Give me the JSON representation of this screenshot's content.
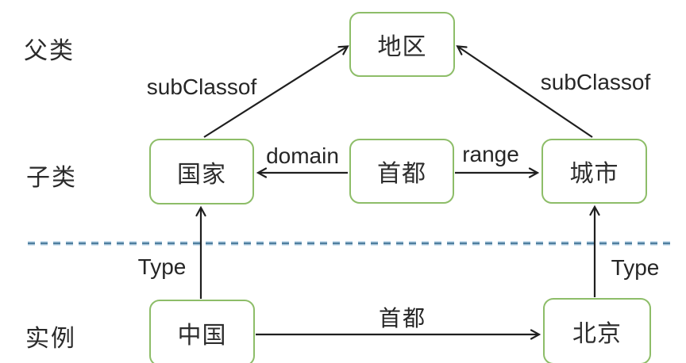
{
  "diagram": {
    "description": "ontology class-instance example diagram",
    "row_labels": [
      {
        "id": "parent-class",
        "text": "父类"
      },
      {
        "id": "sub-class",
        "text": "子类"
      },
      {
        "id": "instance",
        "text": "实例"
      }
    ],
    "nodes": [
      {
        "id": "region",
        "label": "地区"
      },
      {
        "id": "country",
        "label": "国家"
      },
      {
        "id": "capital",
        "label": "首都"
      },
      {
        "id": "city",
        "label": "城市"
      },
      {
        "id": "china",
        "label": "中国"
      },
      {
        "id": "beijing",
        "label": "北京"
      }
    ],
    "edges": [
      {
        "from": "国家",
        "to": "地区",
        "label": "subClassof"
      },
      {
        "from": "城市",
        "to": "地区",
        "label": "subClassof"
      },
      {
        "from": "首都",
        "to": "国家",
        "label": "domain"
      },
      {
        "from": "首都",
        "to": "城市",
        "label": "range"
      },
      {
        "from": "中国",
        "to": "国家",
        "label": "Type"
      },
      {
        "from": "北京",
        "to": "城市",
        "label": "Type"
      },
      {
        "from": "中国",
        "to": "北京",
        "label": "首都"
      }
    ],
    "colors": {
      "node_border": "#8dbd68",
      "arrow": "#1f1f1f",
      "text": "#2d2d2d",
      "divider": "#4f7f9f",
      "divider_halo": "#c3dcec"
    }
  }
}
